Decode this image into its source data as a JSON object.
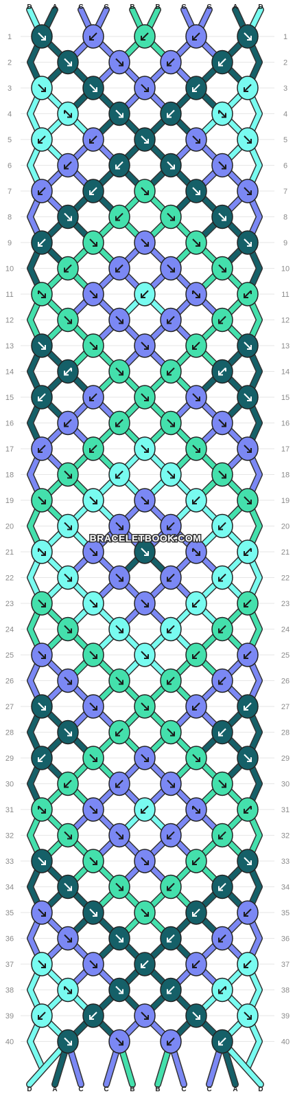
{
  "watermark": "BRACELETBOOK.COM",
  "colors": {
    "A": "#156068",
    "B": "#44e0ac",
    "C": "#7b88f4",
    "D": "#78fbf0"
  },
  "strands_top": [
    "D",
    "A",
    "C",
    "C",
    "B",
    "B",
    "C",
    "C",
    "A",
    "D"
  ],
  "strands_bottom": [
    "D",
    "A",
    "C",
    "C",
    "B",
    "B",
    "C",
    "C",
    "A",
    "D"
  ],
  "row_numbers": [
    "1",
    "2",
    "3",
    "4",
    "5",
    "6",
    "7",
    "8",
    "9",
    "10",
    "11",
    "12",
    "13",
    "14",
    "15",
    "16",
    "17",
    "18",
    "19",
    "20",
    "21",
    "22",
    "23",
    "24",
    "25",
    "26",
    "27",
    "28",
    "29",
    "30",
    "31",
    "32",
    "33",
    "34",
    "35",
    "36",
    "37",
    "38",
    "39",
    "40"
  ],
  "rows": [
    [
      "A",
      "C",
      "B",
      "C",
      "A"
    ],
    [
      "A",
      "C",
      "C",
      "A"
    ],
    [
      "D",
      "A",
      "C",
      "A",
      "D"
    ],
    [
      "D",
      "A",
      "A",
      "D"
    ],
    [
      "D",
      "C",
      "A",
      "C",
      "D"
    ],
    [
      "C",
      "A",
      "A",
      "C"
    ],
    [
      "C",
      "A",
      "B",
      "A",
      "C"
    ],
    [
      "A",
      "B",
      "B",
      "A"
    ],
    [
      "A",
      "B",
      "C",
      "B",
      "A"
    ],
    [
      "B",
      "C",
      "C",
      "B"
    ],
    [
      "B",
      "C",
      "D",
      "C",
      "B"
    ],
    [
      "B",
      "C",
      "C",
      "B"
    ],
    [
      "A",
      "B",
      "C",
      "B",
      "A"
    ],
    [
      "A",
      "B",
      "B",
      "A"
    ],
    [
      "A",
      "C",
      "B",
      "C",
      "A"
    ],
    [
      "C",
      "B",
      "B",
      "C"
    ],
    [
      "C",
      "B",
      "D",
      "B",
      "C"
    ],
    [
      "B",
      "D",
      "D",
      "B"
    ],
    [
      "B",
      "D",
      "C",
      "D",
      "B"
    ],
    [
      "D",
      "C",
      "C",
      "D"
    ],
    [
      "D",
      "C",
      "A",
      "C",
      "D"
    ],
    [
      "D",
      "C",
      "C",
      "D"
    ],
    [
      "B",
      "D",
      "C",
      "D",
      "B"
    ],
    [
      "B",
      "D",
      "D",
      "B"
    ],
    [
      "C",
      "B",
      "D",
      "B",
      "C"
    ],
    [
      "C",
      "B",
      "B",
      "C"
    ],
    [
      "A",
      "C",
      "B",
      "C",
      "A"
    ],
    [
      "A",
      "B",
      "B",
      "A"
    ],
    [
      "A",
      "B",
      "C",
      "B",
      "A"
    ],
    [
      "B",
      "C",
      "C",
      "B"
    ],
    [
      "B",
      "C",
      "D",
      "C",
      "B"
    ],
    [
      "B",
      "C",
      "C",
      "B"
    ],
    [
      "A",
      "B",
      "C",
      "B",
      "A"
    ],
    [
      "A",
      "B",
      "B",
      "A"
    ],
    [
      "C",
      "A",
      "B",
      "A",
      "C"
    ],
    [
      "C",
      "A",
      "A",
      "C"
    ],
    [
      "D",
      "C",
      "A",
      "C",
      "D"
    ],
    [
      "D",
      "A",
      "A",
      "D"
    ],
    [
      "D",
      "A",
      "C",
      "A",
      "D"
    ],
    [
      "A",
      "C",
      "C",
      "A"
    ]
  ],
  "knot_arrows": [
    [
      "down-right",
      "down-left",
      "down-left",
      "down-left",
      "down-right"
    ],
    [
      "down-right",
      "down-right",
      "down-left",
      "down-left"
    ],
    [
      "down-right",
      "down-right",
      "down-right",
      "down-left",
      "down-left"
    ],
    [
      "right-down",
      "down-right",
      "down-left",
      "right-down"
    ],
    [
      "down-left",
      "down-left",
      "down-right",
      "down-right",
      "down-right"
    ],
    [
      "down-left",
      "down-left",
      "down-right",
      "down-right"
    ],
    [
      "down-left",
      "down-left",
      "down-right",
      "down-right",
      "down-right"
    ],
    [
      "down-right",
      "down-left",
      "down-right",
      "down-right"
    ],
    [
      "down-left",
      "down-right",
      "down-right",
      "down-right",
      "down-right"
    ],
    [
      "down-left",
      "down-left",
      "down-right",
      "down-right"
    ],
    [
      "right-down",
      "down-right",
      "down-left",
      "right-down",
      "left-down"
    ],
    [
      "down-right",
      "down-right",
      "down-left",
      "down-left"
    ],
    [
      "down-right",
      "down-right",
      "down-right",
      "down-left",
      "down-right"
    ],
    [
      "left-down",
      "down-right",
      "down-left",
      "left-down"
    ],
    [
      "down-left",
      "down-left",
      "down-right",
      "down-right",
      "down-right"
    ],
    [
      "down-left",
      "down-left",
      "down-right",
      "down-right"
    ],
    [
      "down-left",
      "down-left",
      "down-right",
      "down-right",
      "down-right"
    ],
    [
      "down-right",
      "down-left",
      "down-right",
      "down-right"
    ],
    [
      "down-right",
      "down-right",
      "down-right",
      "down-left",
      "down-right"
    ],
    [
      "down-right",
      "down-right",
      "down-left",
      "down-left"
    ],
    [
      "right-down",
      "down-right",
      "down-right",
      "right-down",
      "left-down"
    ],
    [
      "down-right",
      "down-right",
      "down-left",
      "down-left"
    ],
    [
      "down-right",
      "down-right",
      "down-right",
      "down-left",
      "down-left"
    ],
    [
      "down-right",
      "down-right",
      "down-left",
      "down-left"
    ],
    [
      "down-right",
      "down-right",
      "down-right",
      "down-left",
      "down-left"
    ],
    [
      "down-right",
      "down-right",
      "down-left",
      "down-left"
    ],
    [
      "down-right",
      "down-right",
      "down-right",
      "down-left",
      "down-left"
    ],
    [
      "down-right",
      "down-left",
      "down-right",
      "down-left"
    ],
    [
      "down-left",
      "down-right",
      "down-right",
      "down-right",
      "down-right"
    ],
    [
      "down-left",
      "down-left",
      "down-right",
      "down-right"
    ],
    [
      "right-down",
      "down-right",
      "down-left",
      "right-down",
      "left-down"
    ],
    [
      "down-right",
      "down-right",
      "down-left",
      "down-left"
    ],
    [
      "down-right",
      "down-right",
      "down-right",
      "down-left",
      "down-right"
    ],
    [
      "down-right",
      "down-right",
      "down-left",
      "down-left"
    ],
    [
      "down-right",
      "down-right",
      "down-right",
      "down-left",
      "down-left"
    ],
    [
      "down-right",
      "down-right",
      "down-left",
      "down-left"
    ],
    [
      "down-right",
      "down-right",
      "down-left",
      "down-left",
      "down-left"
    ],
    [
      "right-down",
      "down-right",
      "down-left",
      "left-down"
    ],
    [
      "down-left",
      "down-left",
      "down-right",
      "down-right",
      "down-right"
    ],
    [
      "down-right",
      "down-right",
      "down-left",
      "down-left"
    ]
  ]
}
